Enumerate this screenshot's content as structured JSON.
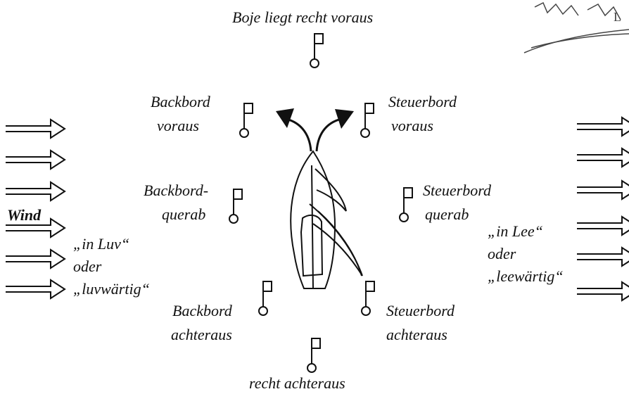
{
  "diagram": {
    "top": "Boje liegt recht voraus",
    "bottom": "recht achteraus",
    "bb_voraus_1": "Backbord",
    "bb_voraus_2": "voraus",
    "sb_voraus_1": "Steuerbord",
    "sb_voraus_2": "voraus",
    "bb_querab_1": "Backbord-",
    "bb_querab_2": "querab",
    "sb_querab_1": "Steuerbord",
    "sb_querab_2": "querab",
    "bb_achteraus_1": "Backbord",
    "bb_achteraus_2": "achteraus",
    "sb_achteraus_1": "Steuerbord",
    "sb_achteraus_2": "achteraus",
    "wind": "Wind",
    "luv_1": "„in Luv“",
    "luv_2": "oder",
    "luv_3": "„luvwärtig“",
    "lee_1": "„in Lee“",
    "lee_2": "oder",
    "lee_3": "„leewärtig“"
  }
}
